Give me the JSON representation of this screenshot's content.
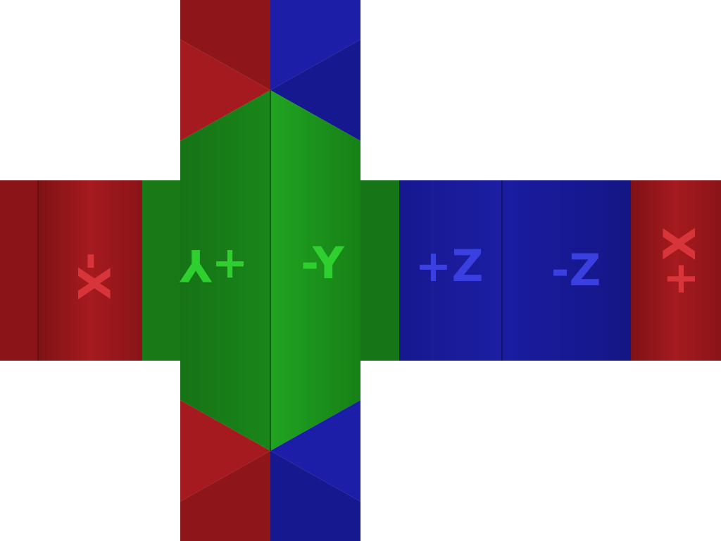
{
  "faces": {
    "neg_x": {
      "label": "-X",
      "color": "#a51a1e"
    },
    "pos_y": {
      "label": "+Y",
      "color": "#1f9e1f"
    },
    "neg_y": {
      "label": "-Y",
      "color": "#1e9f1e"
    },
    "pos_z": {
      "label": "+Z",
      "color": "#1c1ea4"
    },
    "neg_z": {
      "label": "-Z",
      "color": "#1a1ca3"
    },
    "pos_x": {
      "label": "+X",
      "color": "#a51a1e"
    }
  },
  "colors": {
    "background": "#ffffff",
    "red": "#a51a1e",
    "red_dark": "#7f1216",
    "green": "#1f9e1f",
    "green_dark": "#157315",
    "blue": "#1c1ea4",
    "blue_dark": "#12137a",
    "label_red": "#d8353a",
    "label_green": "#2fcf2f",
    "label_blue": "#3a3fe0"
  }
}
